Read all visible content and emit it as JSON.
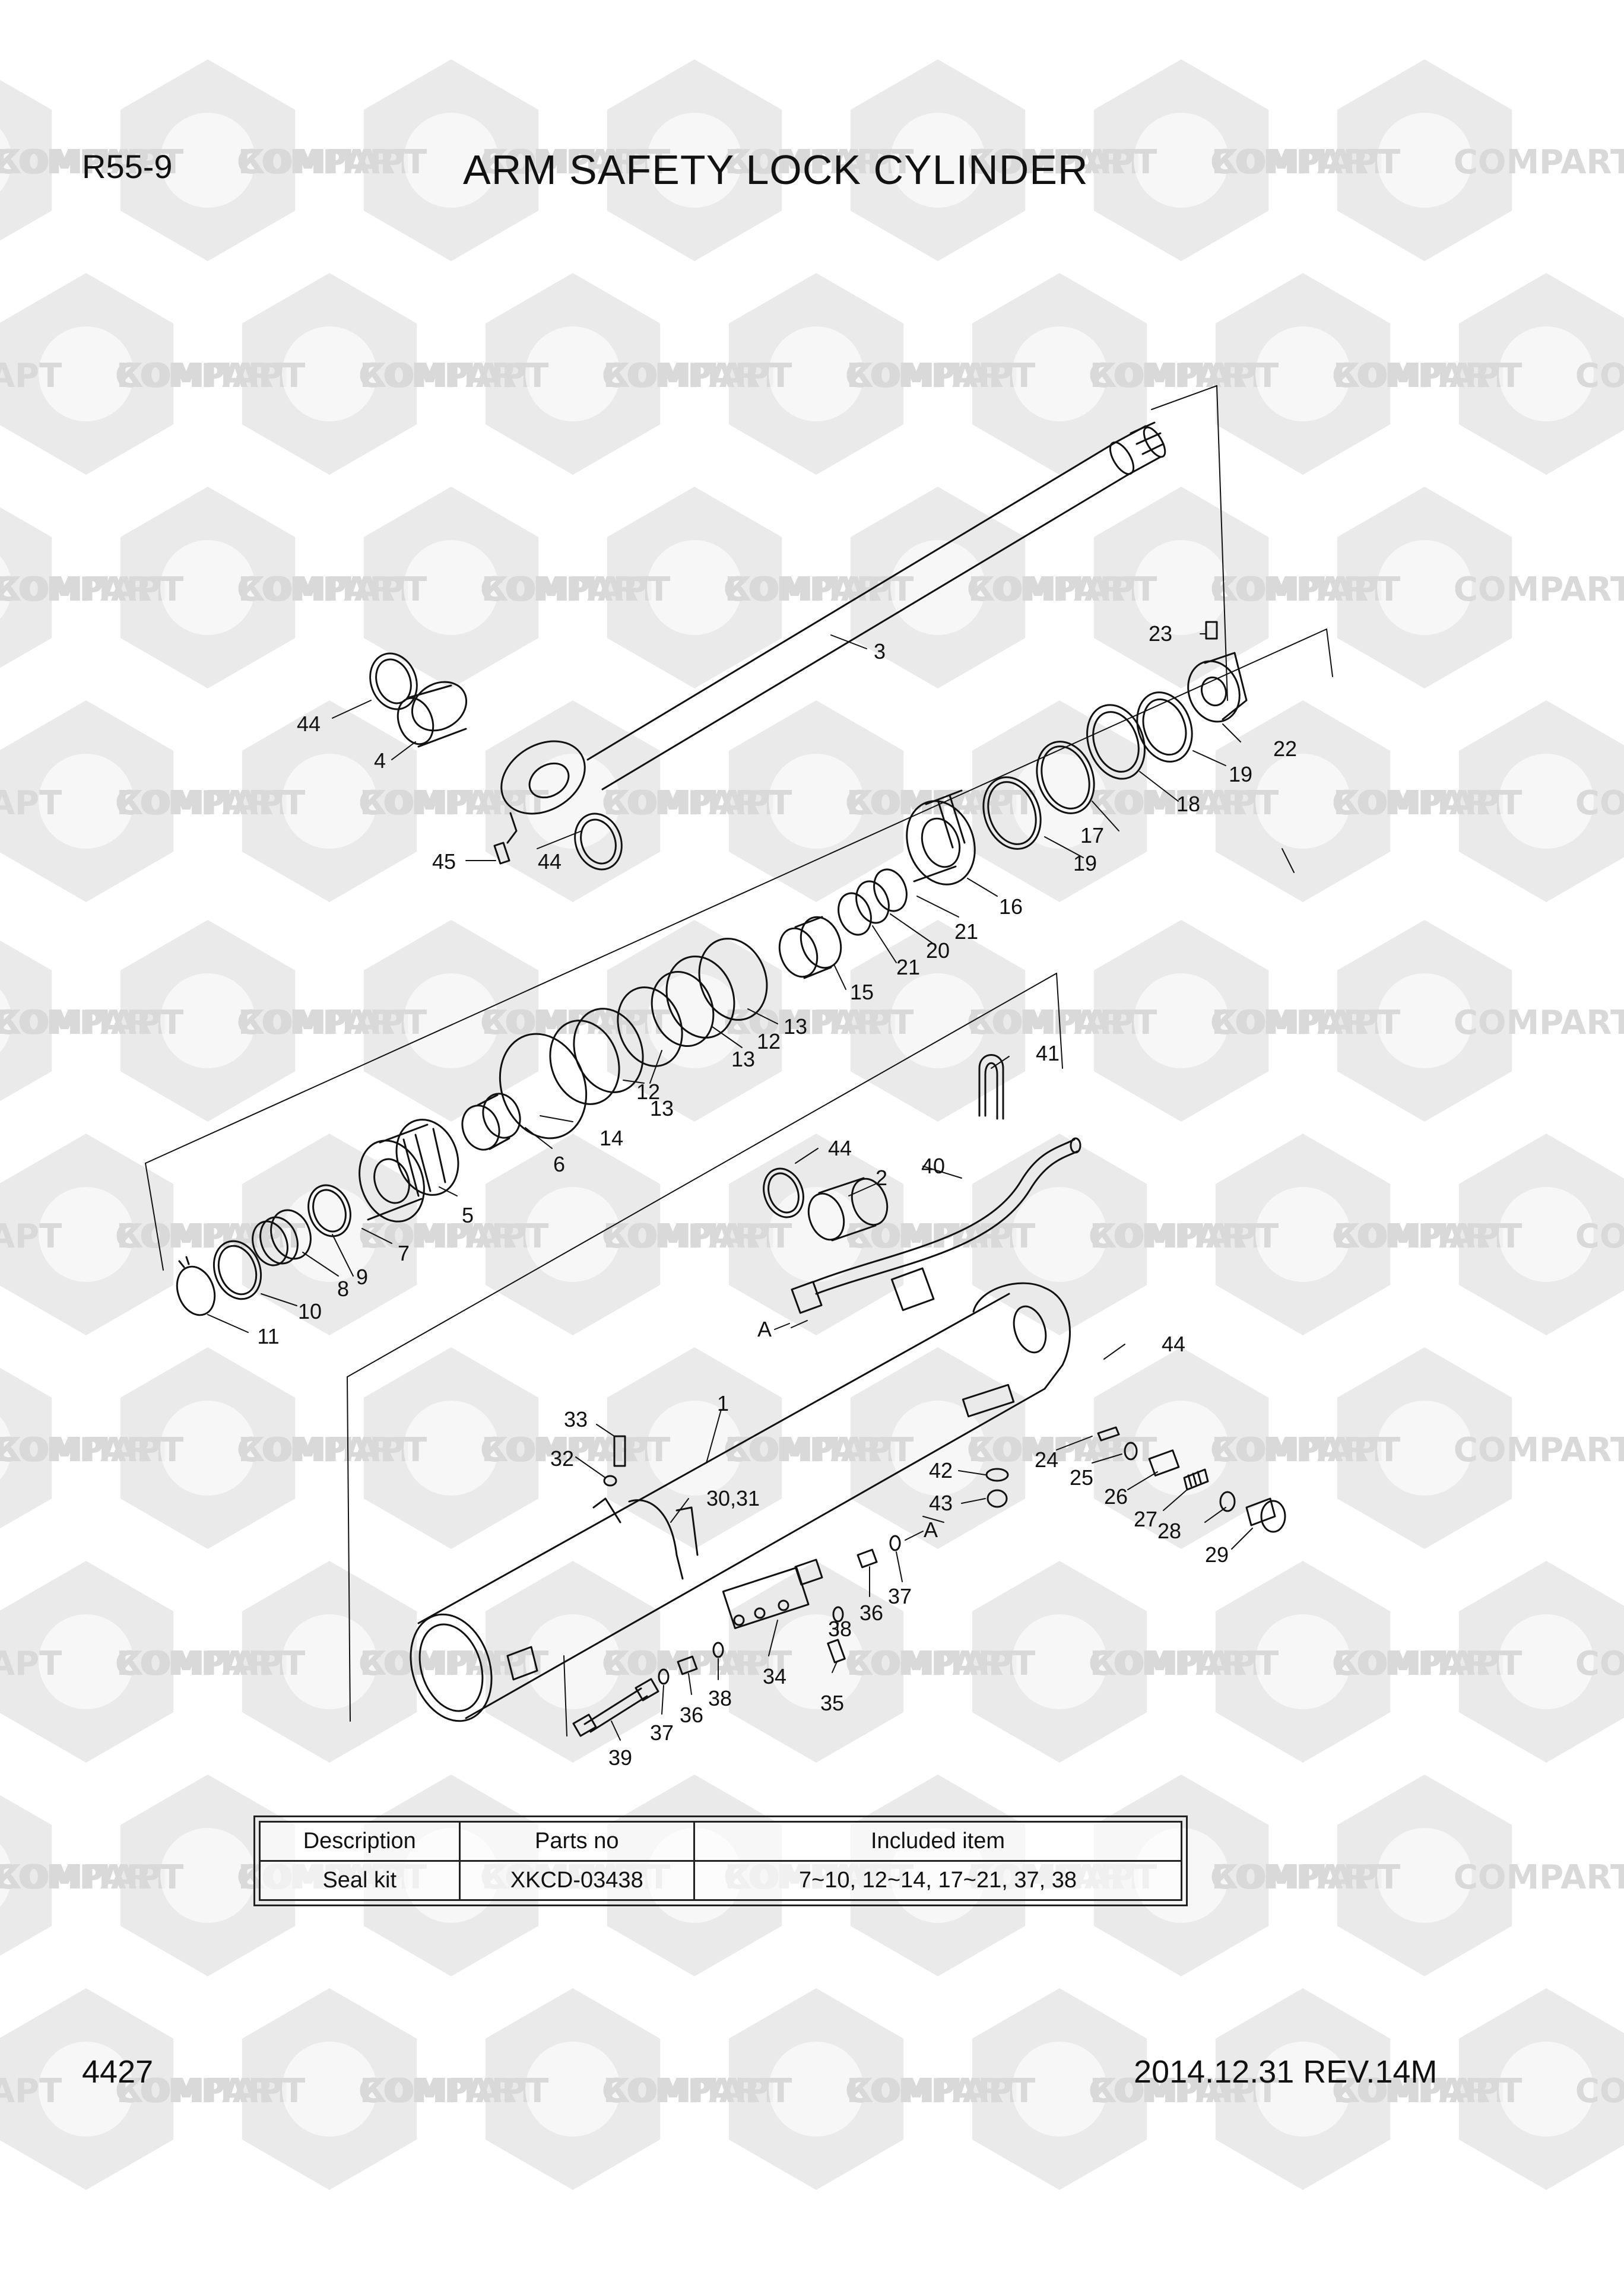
{
  "header": {
    "model": "R55-9",
    "title": "ARM SAFETY LOCK CYLINDER"
  },
  "footer": {
    "page_number": "4427",
    "revision": "2014.12.31  REV.14M"
  },
  "watermark": {
    "text_latin": "COMPART",
    "text_cyrillic": "КОМПАРТ",
    "color": "#d9d9d9"
  },
  "callouts": [
    {
      "id": "c1",
      "text": "1"
    },
    {
      "id": "c2",
      "text": "2"
    },
    {
      "id": "c3",
      "text": "3"
    },
    {
      "id": "c4",
      "text": "4"
    },
    {
      "id": "c5",
      "text": "5"
    },
    {
      "id": "c6",
      "text": "6"
    },
    {
      "id": "c7",
      "text": "7"
    },
    {
      "id": "c8",
      "text": "8"
    },
    {
      "id": "c9",
      "text": "9"
    },
    {
      "id": "c10",
      "text": "10"
    },
    {
      "id": "c11",
      "text": "11"
    },
    {
      "id": "c12a",
      "text": "12"
    },
    {
      "id": "c12b",
      "text": "12"
    },
    {
      "id": "c13a",
      "text": "13"
    },
    {
      "id": "c13b",
      "text": "13"
    },
    {
      "id": "c13c",
      "text": "13"
    },
    {
      "id": "c14",
      "text": "14"
    },
    {
      "id": "c15",
      "text": "15"
    },
    {
      "id": "c16",
      "text": "16"
    },
    {
      "id": "c17",
      "text": "17"
    },
    {
      "id": "c18",
      "text": "18"
    },
    {
      "id": "c19a",
      "text": "19"
    },
    {
      "id": "c19b",
      "text": "19"
    },
    {
      "id": "c20",
      "text": "20"
    },
    {
      "id": "c21a",
      "text": "21"
    },
    {
      "id": "c21b",
      "text": "21"
    },
    {
      "id": "c22",
      "text": "22"
    },
    {
      "id": "c23",
      "text": "23"
    },
    {
      "id": "c24",
      "text": "24"
    },
    {
      "id": "c25",
      "text": "25"
    },
    {
      "id": "c26",
      "text": "26"
    },
    {
      "id": "c27",
      "text": "27"
    },
    {
      "id": "c28",
      "text": "28"
    },
    {
      "id": "c29",
      "text": "29"
    },
    {
      "id": "c3031",
      "text": "30,31"
    },
    {
      "id": "c32",
      "text": "32"
    },
    {
      "id": "c33",
      "text": "33"
    },
    {
      "id": "c34",
      "text": "34"
    },
    {
      "id": "c35",
      "text": "35"
    },
    {
      "id": "c36a",
      "text": "36"
    },
    {
      "id": "c36b",
      "text": "36"
    },
    {
      "id": "c37a",
      "text": "37"
    },
    {
      "id": "c37b",
      "text": "37"
    },
    {
      "id": "c38a",
      "text": "38"
    },
    {
      "id": "c38b",
      "text": "38"
    },
    {
      "id": "c39",
      "text": "39"
    },
    {
      "id": "c40",
      "text": "40"
    },
    {
      "id": "c41",
      "text": "41"
    },
    {
      "id": "c42",
      "text": "42"
    },
    {
      "id": "c43",
      "text": "43"
    },
    {
      "id": "c44a",
      "text": "44"
    },
    {
      "id": "c44b",
      "text": "44"
    },
    {
      "id": "c44c",
      "text": "44"
    },
    {
      "id": "c44d",
      "text": "44"
    },
    {
      "id": "c45",
      "text": "45"
    },
    {
      "id": "cA1",
      "text": "A"
    },
    {
      "id": "cA2",
      "text": "A"
    }
  ],
  "kit_table": {
    "headers": [
      "Description",
      "Parts no",
      "Included item"
    ],
    "rows": [
      [
        "Seal kit",
        "XKCD-03438",
        "7~10, 12~14, 17~21, 37, 38"
      ]
    ]
  }
}
